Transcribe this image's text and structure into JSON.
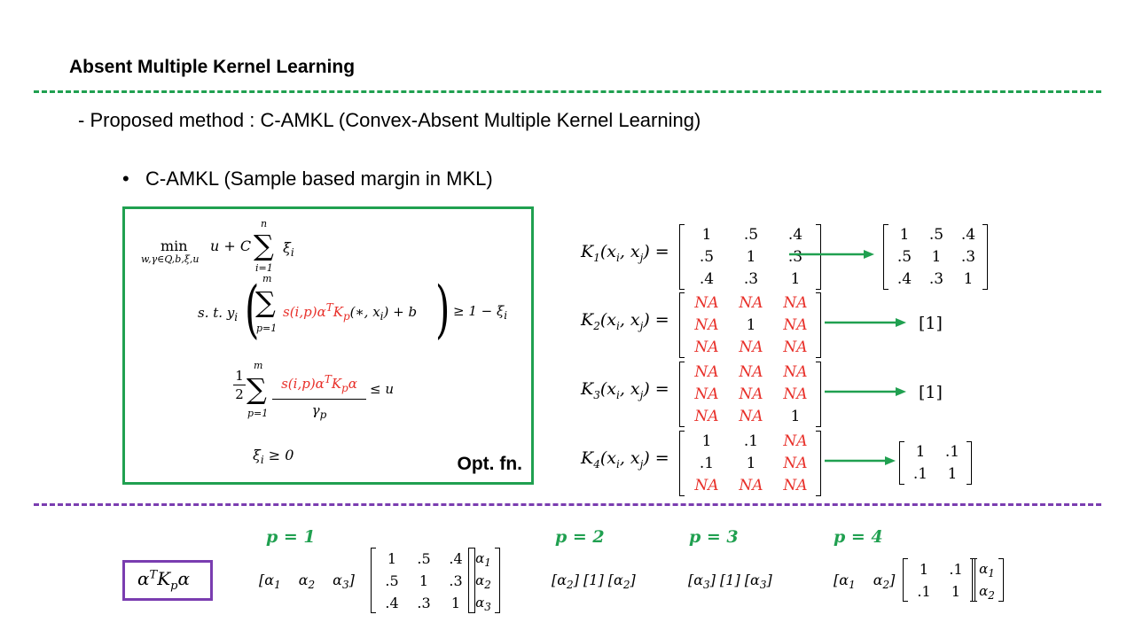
{
  "header": {
    "title": "Absent Multiple Kernel Learning",
    "subtitle": "- Proposed method : C-AMKL (Convex-Absent Multiple Kernel Learning)",
    "bullet_symbol": "•",
    "bullet": "C-AMKL (Sample based margin in MKL)"
  },
  "optimization": {
    "label": "Opt. fn.",
    "objective_min": "min",
    "objective_sub": "w,γ∈Q,b,ξ,u",
    "objective_expr": "u + C",
    "sum1_top": "n",
    "sum1_bottom": "i=1",
    "sum1_term": "ξ",
    "sum1_term_sub": "i",
    "st": "s. t.",
    "y": "y",
    "y_sub": "i",
    "sum2_top": "m",
    "sum2_bottom": "p=1",
    "constraint_red": "s(i,p)α",
    "constraint_red_sup": "T",
    "constraint_red2": "K",
    "constraint_red2_sub": "p",
    "constraint_rest": "(∗, x",
    "constraint_rest_sub": "i",
    "constraint_rest2": ") + b",
    "constraint_rhs": "≥ 1 − ξ",
    "constraint_rhs_sub": "i",
    "frac_num": "1",
    "frac_den": "2",
    "sum3_top": "m",
    "sum3_bottom": "p=1",
    "frac2_num": "s(i,p)α",
    "frac2_num_sup": "T",
    "frac2_num2": "K",
    "frac2_num2_sub": "p",
    "frac2_num3": "α",
    "frac2_den": "γ",
    "frac2_den_sub": "p",
    "ineq2_rhs": "≤ u",
    "xi_nonneg": "ξ",
    "xi_nonneg_sub": "i",
    "xi_nonneg_rhs": "≥ 0"
  },
  "kernels": [
    {
      "name": "K",
      "sub": "1",
      "args": "(x",
      "args_sub1": "i",
      "args_mid": ", x",
      "args_sub2": "j",
      "args_end": ") =",
      "matrix": [
        [
          "1",
          ".5",
          ".4"
        ],
        [
          ".5",
          "1",
          ".3"
        ],
        [
          ".4",
          ".3",
          "1"
        ]
      ],
      "red": [
        [
          false,
          false,
          false
        ],
        [
          false,
          false,
          false
        ],
        [
          false,
          false,
          false
        ]
      ],
      "result": [
        [
          "1",
          ".5",
          ".4"
        ],
        [
          ".5",
          "1",
          ".3"
        ],
        [
          ".4",
          ".3",
          "1"
        ]
      ]
    },
    {
      "name": "K",
      "sub": "2",
      "args": "(x",
      "args_sub1": "i",
      "args_mid": ", x",
      "args_sub2": "j",
      "args_end": ") =",
      "matrix": [
        [
          "NA",
          "NA",
          "NA"
        ],
        [
          "NA",
          "1",
          "NA"
        ],
        [
          "NA",
          "NA",
          "NA"
        ]
      ],
      "red": [
        [
          true,
          true,
          true
        ],
        [
          true,
          false,
          true
        ],
        [
          true,
          true,
          true
        ]
      ],
      "result_text": "[1]"
    },
    {
      "name": "K",
      "sub": "3",
      "args": "(x",
      "args_sub1": "i",
      "args_mid": ", x",
      "args_sub2": "j",
      "args_end": ") =",
      "matrix": [
        [
          "NA",
          "NA",
          "NA"
        ],
        [
          "NA",
          "NA",
          "NA"
        ],
        [
          "NA",
          "NA",
          "1"
        ]
      ],
      "red": [
        [
          true,
          true,
          true
        ],
        [
          true,
          true,
          true
        ],
        [
          true,
          true,
          false
        ]
      ],
      "result_text": "[1]"
    },
    {
      "name": "K",
      "sub": "4",
      "args": "(x",
      "args_sub1": "i",
      "args_mid": ", x",
      "args_sub2": "j",
      "args_end": ") =",
      "matrix": [
        [
          "1",
          ".1",
          "NA"
        ],
        [
          ".1",
          "1",
          "NA"
        ],
        [
          "NA",
          "NA",
          "NA"
        ]
      ],
      "red": [
        [
          false,
          false,
          true
        ],
        [
          false,
          false,
          true
        ],
        [
          true,
          true,
          true
        ]
      ],
      "result": [
        [
          "1",
          ".1"
        ],
        [
          ".1",
          "1"
        ]
      ]
    }
  ],
  "bottom": {
    "box_expr": "α",
    "box_sup": "T",
    "box_expr2": "K",
    "box_sub": "p",
    "box_expr3": "α",
    "p_labels": [
      "p = 1",
      "p = 2",
      "p = 3",
      "p = 4"
    ],
    "p1_row": [
      "α",
      "α",
      "α"
    ],
    "p1_row_subs": [
      "1",
      "2",
      "3"
    ],
    "p1_matrix": [
      [
        "1",
        ".5",
        ".4"
      ],
      [
        ".5",
        "1",
        ".3"
      ],
      [
        ".4",
        ".3",
        "1"
      ]
    ],
    "p1_col": [
      "α",
      "α",
      "α"
    ],
    "p1_col_subs": [
      "1",
      "2",
      "3"
    ],
    "p2_expr": [
      "[α",
      "2",
      "] [1] [α",
      "2",
      "]"
    ],
    "p3_expr": [
      "[α",
      "3",
      "] [1] [α",
      "3",
      "]"
    ],
    "p4_row": [
      "α",
      "α"
    ],
    "p4_row_subs": [
      "1",
      "2"
    ],
    "p4_matrix": [
      [
        "1",
        ".1"
      ],
      [
        ".1",
        "1"
      ]
    ],
    "p4_col": [
      "α",
      "α"
    ],
    "p4_col_subs": [
      "1",
      "2"
    ]
  },
  "colors": {
    "green": "#20a050",
    "purple": "#7a3db0",
    "red": "#e8302a"
  }
}
